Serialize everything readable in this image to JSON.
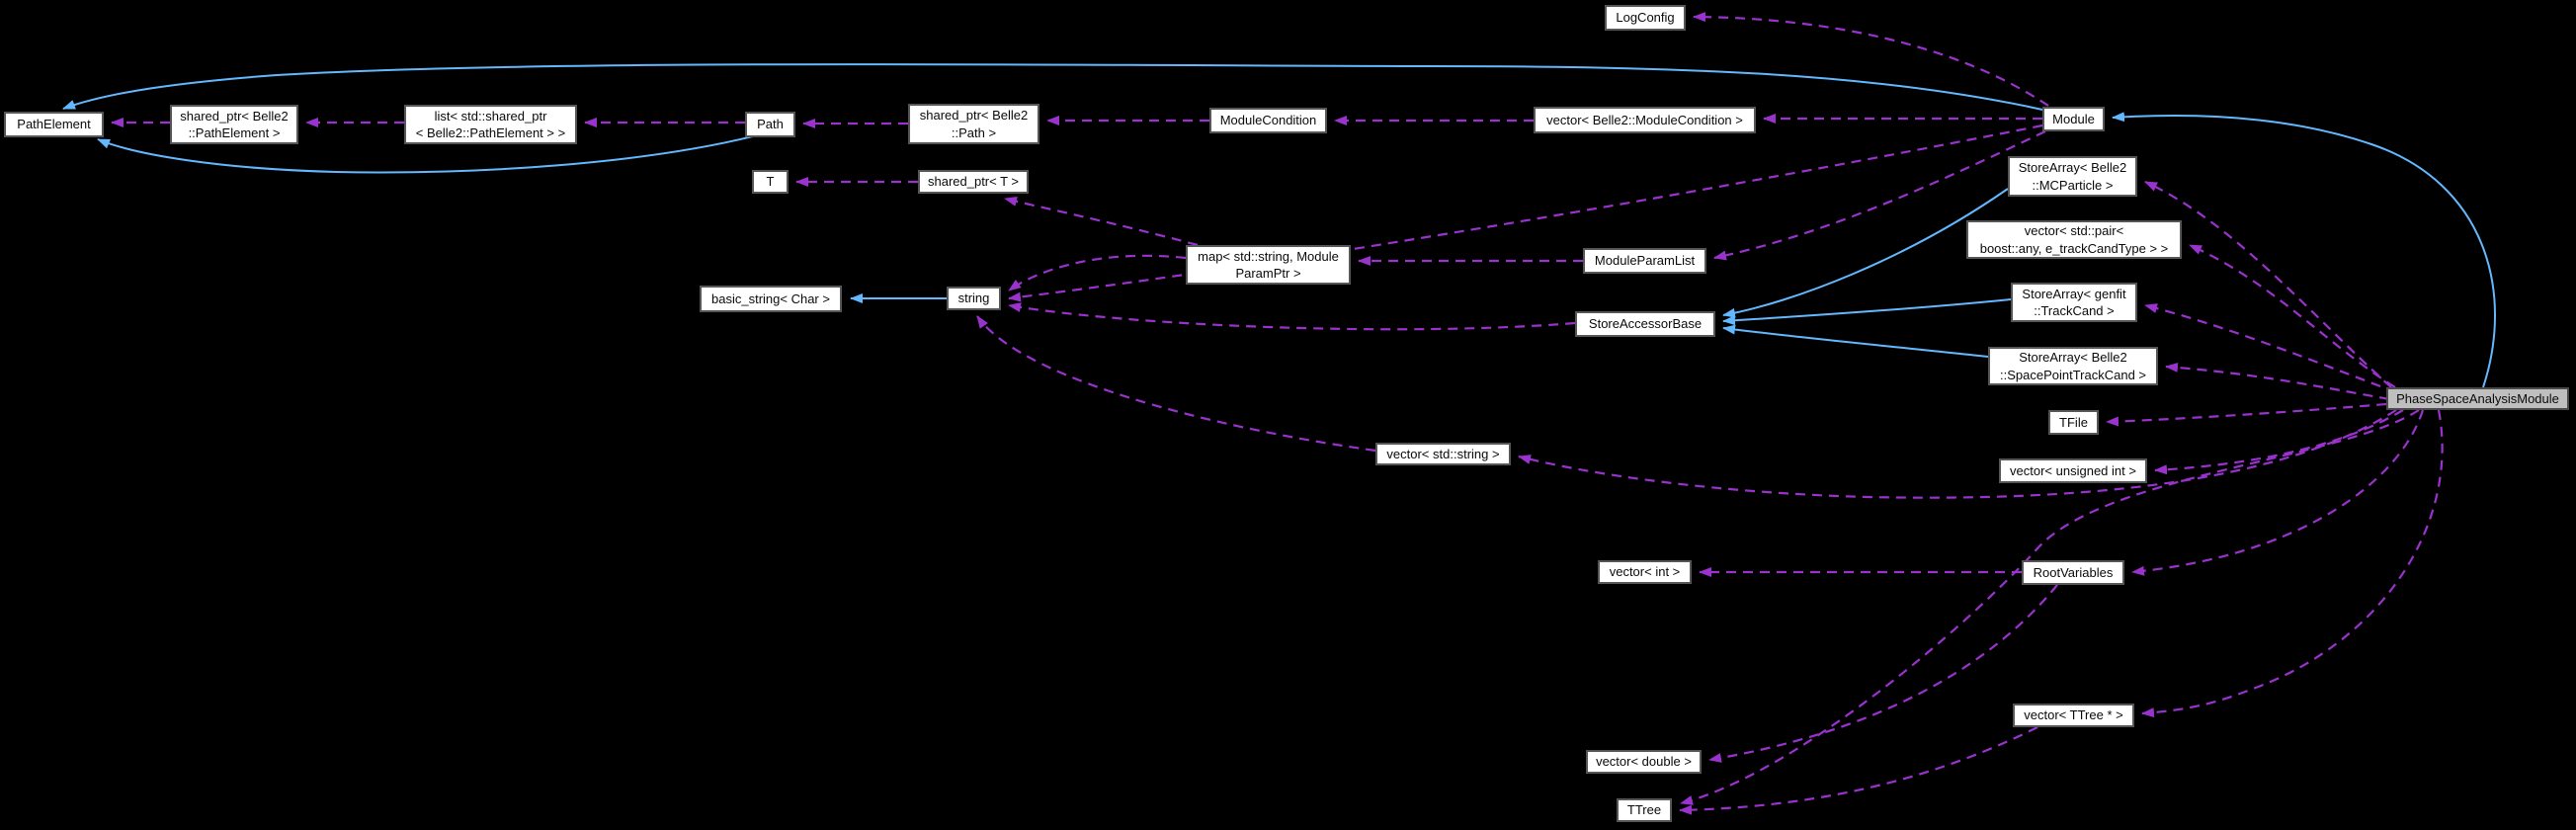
{
  "diagram": {
    "type": "doxygen-collaboration-graph",
    "focus_node": "PhaseSpaceAnalysisModule",
    "colors": {
      "background": "#000000",
      "node_fill": "#ffffff",
      "node_border": "#565656",
      "focus_node_fill": "#bfbfbf",
      "inheritance_edge_color": "#63b8ff",
      "usage_edge_color": "#9a32cd",
      "text": "#0a0a0a"
    },
    "nodes": [
      {
        "id": "pathelement",
        "label": "PathElement"
      },
      {
        "id": "sharedptr-belle2-pathelement",
        "label": "shared_ptr< Belle2\n::PathElement >"
      },
      {
        "id": "list-sharedptr-pathelement",
        "label": "list< std::shared_ptr\n< Belle2::PathElement > >"
      },
      {
        "id": "path",
        "label": "Path"
      },
      {
        "id": "t",
        "label": "T"
      },
      {
        "id": "sharedptr-belle2-path",
        "label": "shared_ptr< Belle2\n::Path >"
      },
      {
        "id": "sharedptr-t",
        "label": "shared_ptr< T >"
      },
      {
        "id": "basic-string-char",
        "label": "basic_string< Char >"
      },
      {
        "id": "string",
        "label": "string"
      },
      {
        "id": "map-string-moduleparamptr",
        "label": "map< std::string, Module\nParamPtr >"
      },
      {
        "id": "modulecondition",
        "label": "ModuleCondition"
      },
      {
        "id": "vector-belle2-modulecondition",
        "label": "vector< Belle2::ModuleCondition >"
      },
      {
        "id": "logconfig",
        "label": "LogConfig"
      },
      {
        "id": "moduleparamlist",
        "label": "ModuleParamList"
      },
      {
        "id": "storeaccessorbase",
        "label": "StoreAccessorBase"
      },
      {
        "id": "module",
        "label": "Module"
      },
      {
        "id": "storearray-belle2-mcparticle",
        "label": "StoreArray< Belle2\n::MCParticle >"
      },
      {
        "id": "vector-pair-boostany-etrackcandtype",
        "label": "vector< std::pair<\nboost::any, e_trackCandType > >"
      },
      {
        "id": "storearray-genfit-trackcand",
        "label": "StoreArray< genfit\n::TrackCand >"
      },
      {
        "id": "storearray-belle2-spacepointtrackcand",
        "label": "StoreArray< Belle2\n::SpacePointTrackCand >"
      },
      {
        "id": "tfile",
        "label": "TFile"
      },
      {
        "id": "vector-unsigned-int",
        "label": "vector< unsigned int >"
      },
      {
        "id": "vector-std-string",
        "label": "vector< std::string >"
      },
      {
        "id": "vector-int",
        "label": "vector< int >"
      },
      {
        "id": "rootvariables",
        "label": "RootVariables"
      },
      {
        "id": "vector-ttree-ptr",
        "label": "vector< TTree * >"
      },
      {
        "id": "vector-double",
        "label": "vector< double >"
      },
      {
        "id": "ttree",
        "label": "TTree"
      },
      {
        "id": "phasespaceanalysismodule",
        "label": "PhaseSpaceAnalysisModule"
      }
    ],
    "edges": [
      {
        "from": "Module",
        "to": "PathElement",
        "kind": "inheritance"
      },
      {
        "from": "Path",
        "to": "PathElement",
        "kind": "inheritance"
      },
      {
        "from": "string",
        "to": "basic_string< Char >",
        "kind": "inheritance"
      },
      {
        "from": "StoreArray< Belle2::MCParticle >",
        "to": "StoreAccessorBase",
        "kind": "inheritance"
      },
      {
        "from": "StoreArray< genfit::TrackCand >",
        "to": "StoreAccessorBase",
        "kind": "inheritance"
      },
      {
        "from": "StoreArray< Belle2::SpacePointTrackCand >",
        "to": "StoreAccessorBase",
        "kind": "inheritance"
      },
      {
        "from": "PhaseSpaceAnalysisModule",
        "to": "Module",
        "kind": "inheritance"
      },
      {
        "from": "shared_ptr< Belle2::PathElement >",
        "to": "PathElement",
        "kind": "usage"
      },
      {
        "from": "list< std::shared_ptr< Belle2::PathElement > >",
        "to": "shared_ptr< Belle2::PathElement >",
        "kind": "usage"
      },
      {
        "from": "Path",
        "to": "list< std::shared_ptr< Belle2::PathElement > >",
        "kind": "usage"
      },
      {
        "from": "shared_ptr< Belle2::Path >",
        "to": "Path",
        "kind": "usage"
      },
      {
        "from": "ModuleCondition",
        "to": "shared_ptr< Belle2::Path >",
        "kind": "usage"
      },
      {
        "from": "vector< Belle2::ModuleCondition >",
        "to": "ModuleCondition",
        "kind": "usage"
      },
      {
        "from": "Module",
        "to": "vector< Belle2::ModuleCondition >",
        "kind": "usage"
      },
      {
        "from": "Module",
        "to": "LogConfig",
        "kind": "usage"
      },
      {
        "from": "shared_ptr< T >",
        "to": "T",
        "kind": "usage"
      },
      {
        "from": "map< std::string, ModuleParamPtr >",
        "to": "shared_ptr< T >",
        "kind": "usage"
      },
      {
        "from": "map< std::string, ModuleParamPtr >",
        "to": "string",
        "kind": "usage"
      },
      {
        "from": "Module",
        "to": "string",
        "kind": "usage"
      },
      {
        "from": "StoreAccessorBase",
        "to": "string",
        "kind": "usage"
      },
      {
        "from": "vector< std::string >",
        "to": "string",
        "kind": "usage"
      },
      {
        "from": "ModuleParamList",
        "to": "map< std::string, ModuleParamPtr >",
        "kind": "usage"
      },
      {
        "from": "Module",
        "to": "ModuleParamList",
        "kind": "usage"
      },
      {
        "from": "PhaseSpaceAnalysisModule",
        "to": "StoreArray< Belle2::MCParticle >",
        "kind": "usage"
      },
      {
        "from": "PhaseSpaceAnalysisModule",
        "to": "vector< std::pair< boost::any, e_trackCandType > >",
        "kind": "usage"
      },
      {
        "from": "PhaseSpaceAnalysisModule",
        "to": "StoreArray< genfit::TrackCand >",
        "kind": "usage"
      },
      {
        "from": "PhaseSpaceAnalysisModule",
        "to": "StoreArray< Belle2::SpacePointTrackCand >",
        "kind": "usage"
      },
      {
        "from": "PhaseSpaceAnalysisModule",
        "to": "TFile",
        "kind": "usage"
      },
      {
        "from": "PhaseSpaceAnalysisModule",
        "to": "vector< unsigned int >",
        "kind": "usage"
      },
      {
        "from": "PhaseSpaceAnalysisModule",
        "to": "vector< std::string >",
        "kind": "usage"
      },
      {
        "from": "PhaseSpaceAnalysisModule",
        "to": "RootVariables",
        "kind": "usage"
      },
      {
        "from": "RootVariables",
        "to": "vector< int >",
        "kind": "usage"
      },
      {
        "from": "RootVariables",
        "to": "vector< double >",
        "kind": "usage"
      },
      {
        "from": "PhaseSpaceAnalysisModule",
        "to": "vector< TTree * >",
        "kind": "usage"
      },
      {
        "from": "vector< TTree * >",
        "to": "TTree",
        "kind": "usage"
      },
      {
        "from": "PhaseSpaceAnalysisModule",
        "to": "TTree",
        "kind": "usage"
      }
    ]
  }
}
